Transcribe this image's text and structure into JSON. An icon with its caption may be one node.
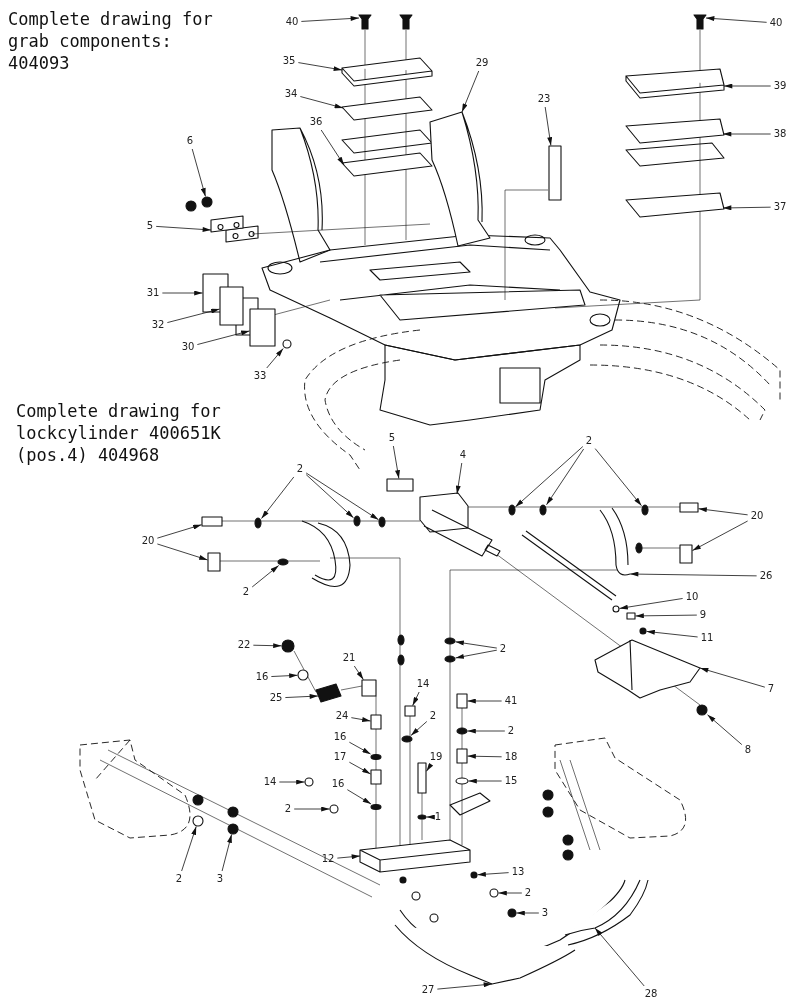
{
  "diagram": {
    "nodes": [
      {
        "text": [
          "40"
        ]
      },
      {
        "text": [
          "35"
        ]
      },
      {
        "text": [
          "34"
        ]
      },
      {
        "text": [
          "36"
        ]
      },
      {
        "text": [
          "29"
        ]
      },
      {
        "text": [
          "23"
        ]
      },
      {
        "text": [
          "40"
        ]
      },
      {
        "text": [
          "39"
        ]
      },
      {
        "text": [
          "38"
        ]
      },
      {
        "text": [
          "37"
        ]
      },
      {
        "text": [
          "6"
        ]
      },
      {
        "text": [
          "5"
        ]
      },
      {
        "text": [
          "31"
        ]
      },
      {
        "text": [
          "32"
        ]
      },
      {
        "text": [
          "30"
        ]
      },
      {
        "text": [
          "33"
        ]
      },
      {
        "text": [
          "5"
        ]
      },
      {
        "text": [
          "4"
        ]
      },
      {
        "text": [
          "2"
        ]
      },
      {
        "text": [
          "2"
        ]
      },
      {
        "text": [
          "20"
        ]
      },
      {
        "text": [
          "2"
        ]
      },
      {
        "text": [
          "20"
        ]
      },
      {
        "text": [
          "26"
        ]
      },
      {
        "text": [
          "10"
        ]
      },
      {
        "text": [
          "9"
        ]
      },
      {
        "text": [
          "11"
        ]
      },
      {
        "text": [
          "2"
        ]
      },
      {
        "text": [
          "7"
        ]
      },
      {
        "text": [
          "22"
        ]
      },
      {
        "text": [
          "16"
        ]
      },
      {
        "text": [
          "25"
        ]
      },
      {
        "text": [
          "21"
        ]
      },
      {
        "text": [
          "14"
        ]
      },
      {
        "text": [
          "41"
        ]
      },
      {
        "text": [
          "24"
        ]
      },
      {
        "text": [
          "2"
        ]
      },
      {
        "text": [
          "2"
        ]
      },
      {
        "text": [
          "16"
        ]
      },
      {
        "text": [
          "19"
        ]
      },
      {
        "text": [
          "18"
        ]
      },
      {
        "text": [
          "17"
        ]
      },
      {
        "text": [
          "14"
        ]
      },
      {
        "text": [
          "16"
        ]
      },
      {
        "text": [
          "15"
        ]
      },
      {
        "text": [
          "2"
        ]
      },
      {
        "text": [
          "1"
        ]
      },
      {
        "text": [
          "12"
        ]
      },
      {
        "text": [
          "13"
        ]
      },
      {
        "text": [
          "2"
        ]
      },
      {
        "text": [
          "3"
        ]
      },
      {
        "text": [
          "2"
        ]
      },
      {
        "text": [
          "3"
        ]
      },
      {
        "text": [
          "8"
        ]
      },
      {
        "text": [
          "27"
        ]
      },
      {
        "text": [
          "28"
        ]
      },
      {
        "text": [],
        "shape": "picture"
      },
      {
        "text": [],
        "shape": "picture"
      },
      {
        "text": [],
        "shape": "picture"
      },
      {
        "text": [],
        "shape": "picture"
      },
      {
        "text": [],
        "shape": "picture"
      },
      {
        "text": [],
        "shape": "box"
      },
      {
        "text": [],
        "shape": "picture"
      },
      {
        "text": [],
        "shape": "picture"
      },
      {
        "text": [],
        "shape": "picture"
      },
      {
        "text": [],
        "shape": "picture"
      },
      {
        "text": [],
        "shape": "circle"
      },
      {
        "text": [],
        "shape": "picture"
      },
      {
        "text": [],
        "shape": "box"
      },
      {
        "text": [],
        "shape": "box"
      },
      {
        "text": [],
        "shape": "box"
      },
      {
        "text": [],
        "shape": "circle"
      },
      {
        "text": [],
        "shape": "box"
      },
      {
        "text": [],
        "shape": "picture"
      },
      {
        "text": [],
        "shape": "circle"
      },
      {
        "text": [],
        "shape": "circle"
      },
      {
        "text": [],
        "shape": "circle"
      },
      {
        "text": [],
        "shape": "circle"
      },
      {
        "text": [],
        "shape": "circle"
      },
      {
        "text": [],
        "shape": "circle"
      },
      {
        "text": [],
        "shape": "box"
      },
      {
        "text": [],
        "shape": "box"
      },
      {
        "text": [],
        "shape": "circle"
      },
      {
        "text": [],
        "shape": "box"
      },
      {
        "text": [],
        "shape": "box"
      },
      {
        "text": [],
        "shape": "picture"
      },
      {
        "text": [],
        "shape": "circle"
      },
      {
        "text": [],
        "shape": "box"
      },
      {
        "text": [],
        "shape": "circle"
      },
      {
        "text": [],
        "shape": "circle"
      },
      {
        "text": [],
        "shape": "circle"
      },
      {
        "text": [],
        "shape": "picture"
      },
      {
        "text": [],
        "shape": "circle"
      },
      {
        "text": [],
        "shape": "circle"
      },
      {
        "text": [],
        "shape": "picture"
      },
      {
        "text": [],
        "shape": "box"
      },
      {
        "text": [],
        "shape": "box"
      },
      {
        "text": [],
        "shape": "box"
      },
      {
        "text": [],
        "shape": "box"
      },
      {
        "text": [],
        "shape": "circle"
      },
      {
        "text": [],
        "shape": "circle"
      },
      {
        "text": [],
        "shape": "circle"
      },
      {
        "text": [],
        "shape": "box"
      },
      {
        "text": [],
        "shape": "box"
      },
      {
        "text": [],
        "shape": "box"
      },
      {
        "text": [],
        "shape": "circle"
      },
      {
        "text": [],
        "shape": "circle"
      },
      {
        "text": [],
        "shape": "circle"
      },
      {
        "text": [],
        "shape": "circle"
      },
      {
        "text": [],
        "shape": "circle"
      },
      {
        "text": [],
        "shape": "picture"
      },
      {
        "text": [],
        "shape": "circle"
      },
      {
        "text": [],
        "shape": "circle"
      },
      {
        "text": [],
        "shape": "circle"
      },
      {
        "text": [],
        "shape": "circle"
      },
      {
        "text": [],
        "shape": "circle"
      },
      {
        "text": [],
        "shape": "circle"
      },
      {
        "text": [],
        "shape": "picture"
      },
      {
        "text": [],
        "shape": "picture"
      },
      {
        "text": [],
        "shape": "picture"
      }
    ],
    "edges": [
      {
        "from": 0,
        "to": 56,
        "arrow": "to"
      },
      {
        "from": 1,
        "to": 57,
        "arrow": "to"
      },
      {
        "from": 2,
        "to": 58,
        "arrow": "to"
      },
      {
        "from": 3,
        "to": 59,
        "arrow": "to"
      },
      {
        "from": 4,
        "to": 60,
        "arrow": "to"
      },
      {
        "from": 5,
        "to": 61,
        "arrow": "to"
      },
      {
        "from": 6,
        "to": 62,
        "arrow": "to"
      },
      {
        "from": 7,
        "to": 63,
        "arrow": "to"
      },
      {
        "from": 8,
        "to": 64,
        "arrow": "to"
      },
      {
        "from": 9,
        "to": 65,
        "arrow": "to"
      },
      {
        "from": 10,
        "to": 66,
        "arrow": "to"
      },
      {
        "from": 11,
        "to": 67,
        "arrow": "to"
      },
      {
        "from": 12,
        "to": 68,
        "arrow": "to"
      },
      {
        "from": 13,
        "to": 69,
        "arrow": "to"
      },
      {
        "from": 14,
        "to": 70,
        "arrow": "to"
      },
      {
        "from": 15,
        "to": 71,
        "arrow": "to"
      },
      {
        "from": 16,
        "to": 72,
        "arrow": "to"
      },
      {
        "from": 17,
        "to": 73,
        "arrow": "to"
      },
      {
        "from": 18,
        "to": 74,
        "arrow": "to"
      },
      {
        "from": 18,
        "to": 75,
        "arrow": "to"
      },
      {
        "from": 18,
        "to": 76,
        "arrow": "to"
      },
      {
        "from": 19,
        "to": 77,
        "arrow": "to"
      },
      {
        "from": 19,
        "to": 78,
        "arrow": "to"
      },
      {
        "from": 19,
        "to": 79,
        "arrow": "to"
      },
      {
        "from": 20,
        "to": 80,
        "arrow": "to"
      },
      {
        "from": 20,
        "to": 81,
        "arrow": "to"
      },
      {
        "from": 21,
        "to": 82,
        "arrow": "to"
      },
      {
        "from": 22,
        "to": 83,
        "arrow": "to"
      },
      {
        "from": 22,
        "to": 84,
        "arrow": "to"
      },
      {
        "from": 23,
        "to": 85,
        "arrow": "to"
      },
      {
        "from": 24,
        "to": 86,
        "arrow": "to"
      },
      {
        "from": 25,
        "to": 87,
        "arrow": "to"
      },
      {
        "from": 26,
        "to": 88,
        "arrow": "to"
      },
      {
        "from": 27,
        "to": 89,
        "arrow": "to"
      },
      {
        "from": 27,
        "to": 90,
        "arrow": "to"
      },
      {
        "from": 28,
        "to": 91,
        "arrow": "to"
      },
      {
        "from": 29,
        "to": 92,
        "arrow": "to"
      },
      {
        "from": 30,
        "to": 93,
        "arrow": "to"
      },
      {
        "from": 31,
        "to": 94,
        "arrow": "to"
      },
      {
        "from": 32,
        "to": 95,
        "arrow": "to"
      },
      {
        "from": 33,
        "to": 96,
        "arrow": "to"
      },
      {
        "from": 34,
        "to": 97,
        "arrow": "to"
      },
      {
        "from": 35,
        "to": 98,
        "arrow": "to"
      },
      {
        "from": 36,
        "to": 99,
        "arrow": "to"
      },
      {
        "from": 37,
        "to": 100,
        "arrow": "to"
      },
      {
        "from": 38,
        "to": 101,
        "arrow": "to"
      },
      {
        "from": 39,
        "to": 102,
        "arrow": "to"
      },
      {
        "from": 40,
        "to": 103,
        "arrow": "to"
      },
      {
        "from": 41,
        "to": 104,
        "arrow": "to"
      },
      {
        "from": 42,
        "to": 105,
        "arrow": "to"
      },
      {
        "from": 43,
        "to": 106,
        "arrow": "to"
      },
      {
        "from": 44,
        "to": 107,
        "arrow": "to"
      },
      {
        "from": 45,
        "to": 108,
        "arrow": "to"
      },
      {
        "from": 46,
        "to": 109,
        "arrow": "to"
      },
      {
        "from": 47,
        "to": 110,
        "arrow": "to"
      },
      {
        "from": 48,
        "to": 111,
        "arrow": "to"
      },
      {
        "from": 49,
        "to": 112,
        "arrow": "to"
      },
      {
        "from": 50,
        "to": 113,
        "arrow": "to"
      },
      {
        "from": 51,
        "to": 114,
        "arrow": "to"
      },
      {
        "from": 52,
        "to": 115,
        "arrow": "to"
      },
      {
        "from": 53,
        "to": 116,
        "arrow": "to"
      },
      {
        "from": 54,
        "to": 117,
        "arrow": "to"
      },
      {
        "from": 55,
        "to": 118,
        "arrow": "to"
      }
    ],
    "labels": [
      "Complete drawing for grab components: 404093",
      "Complete drawing for lockcylinder 400651K (pos.4) 404968"
    ]
  }
}
